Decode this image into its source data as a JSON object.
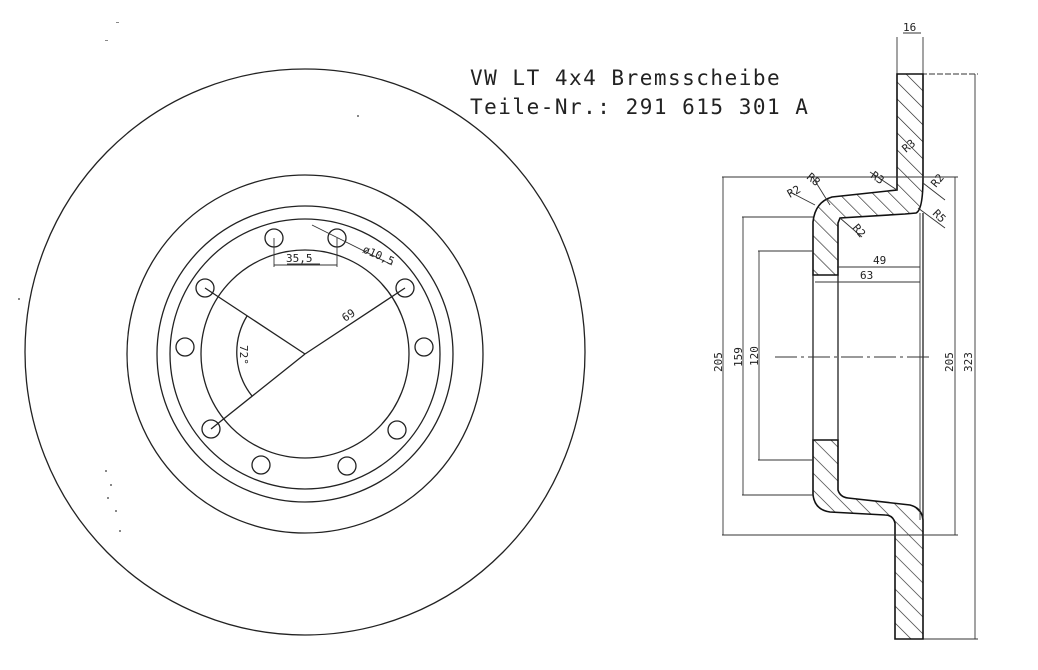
{
  "title": {
    "line1": "VW LT 4x4 Bremsscheibe",
    "line2": "Teile-Nr.: 291 615 301 A"
  },
  "front_view": {
    "bolt_hole_count": 10,
    "dimensions": {
      "hole_spacing": "35,5",
      "hole_diameter": "ø10,5",
      "bolt_circle_radius": "69",
      "angle": "72°"
    }
  },
  "section_view": {
    "dimensions": {
      "thickness": "16",
      "left_205": "205",
      "d159": "159",
      "d120": "120",
      "d49": "49",
      "d63": "63",
      "right_205": "205",
      "d323": "323"
    },
    "radii": {
      "r8": "R8",
      "r3_top": "R3",
      "r3_plate": "R3",
      "r2_left": "R2",
      "r2_inner": "R2",
      "r2_right": "R2",
      "r5": "R5"
    }
  }
}
